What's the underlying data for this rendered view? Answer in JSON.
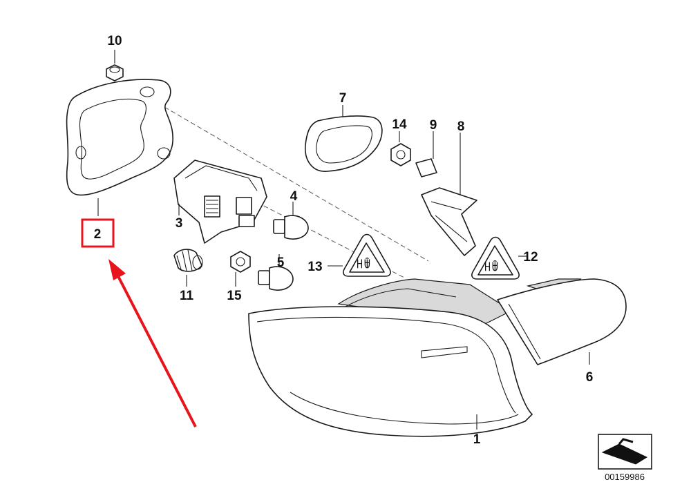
{
  "callouts": {
    "c1": "1",
    "c2": "2",
    "c3": "3",
    "c4": "4",
    "c5": "5",
    "c6": "6",
    "c7": "7",
    "c8": "8",
    "c9": "9",
    "c10": "10",
    "c11": "11",
    "c12": "12",
    "c13": "13",
    "c14": "14",
    "c15": "15"
  },
  "highlight": {
    "label": "2",
    "color": "#e8141b"
  },
  "diagram_code": "00159986"
}
